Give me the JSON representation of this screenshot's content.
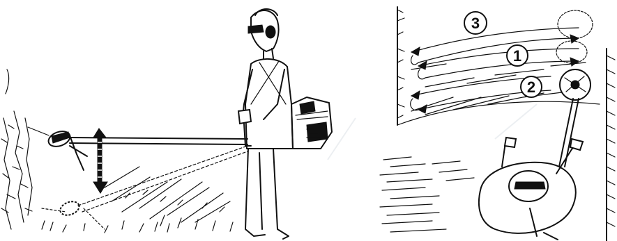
{
  "left_figure": {
    "operator_icon": "headphones-operator",
    "trimmer_icon": "brush-cutter",
    "motion_icon": "up-down-double-arrow"
  },
  "right_figure": {
    "step_labels": [
      "3",
      "1",
      "2"
    ],
    "operator_icon": "operator-top-view",
    "arrow_icon": "double-headed-arrow"
  }
}
